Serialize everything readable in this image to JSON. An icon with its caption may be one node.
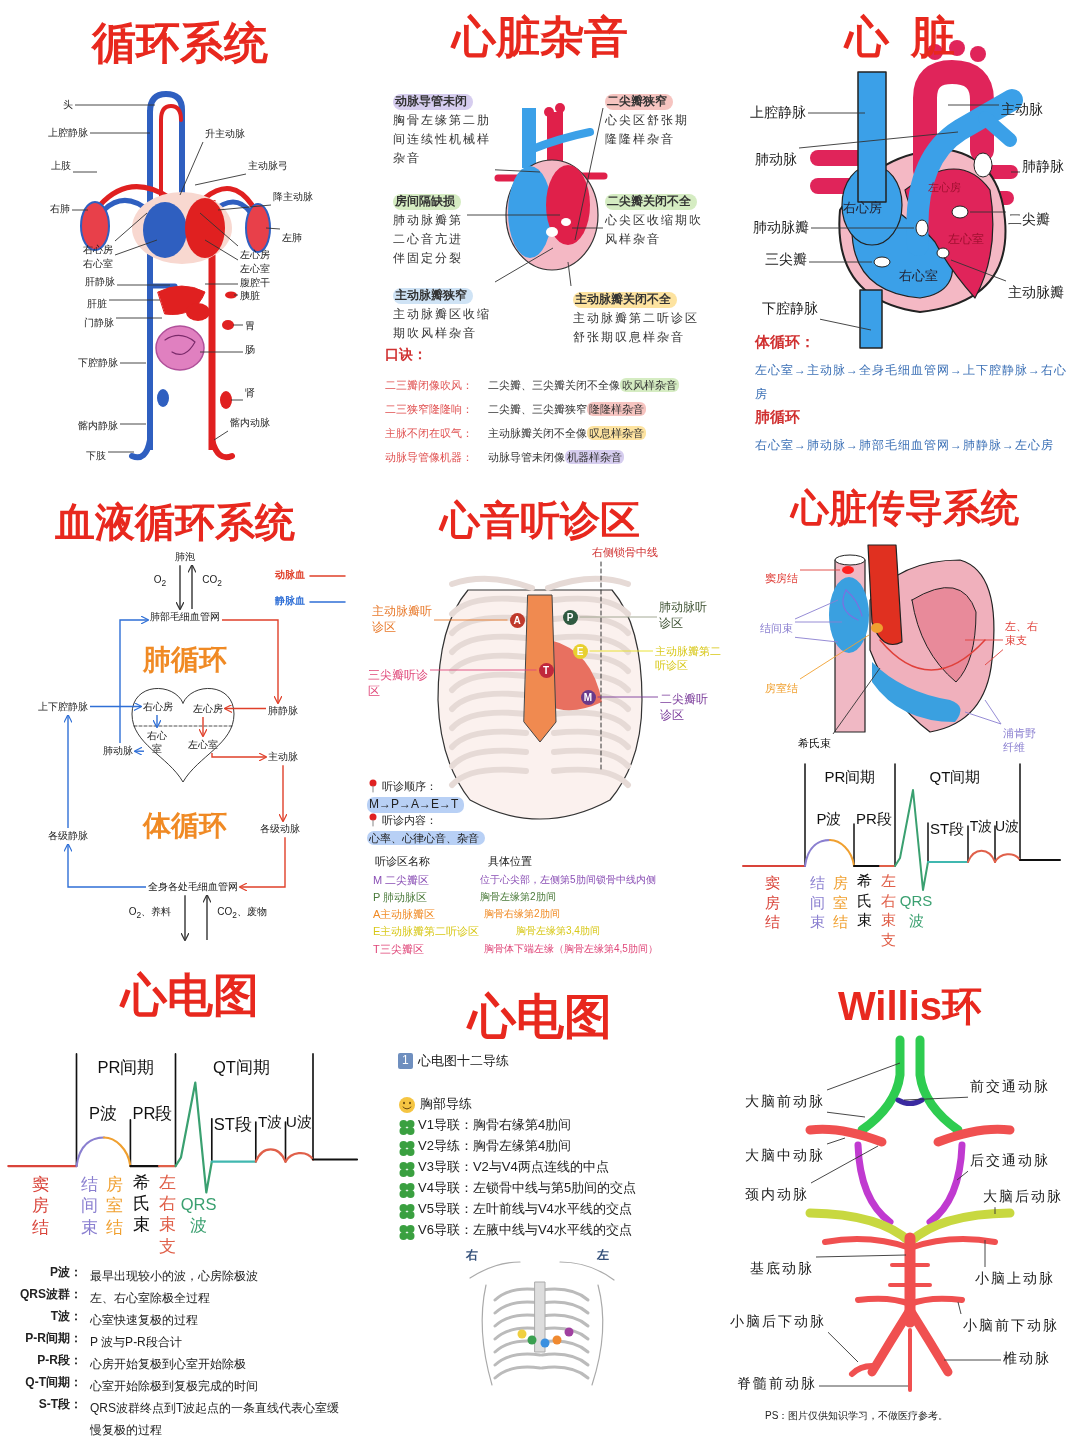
{
  "diagram": {
    "nodes": [
      {
        "text": [
          "头"
        ]
      },
      {
        "text": [
          "上腔静脉"
        ]
      },
      {
        "text": [
          "上肢"
        ]
      },
      {
        "text": [
          "右肺"
        ]
      },
      {
        "text": [
          "右心房"
        ]
      },
      {
        "text": [
          "右心室"
        ]
      },
      {
        "text": [
          "肝静脉"
        ]
      },
      {
        "text": [
          "肝脏"
        ]
      },
      {
        "text": [
          "门静脉"
        ]
      },
      {
        "text": [
          "下腔静脉"
        ]
      },
      {
        "text": [
          "髂内静脉"
        ]
      },
      {
        "text": [
          "下肢"
        ]
      },
      {
        "text": [
          "升主动脉"
        ]
      },
      {
        "text": [
          "主动脉弓"
        ]
      },
      {
        "text": [
          "降主动脉"
        ]
      },
      {
        "text": [
          "左肺"
        ]
      },
      {
        "text": [
          "左心房"
        ]
      },
      {
        "text": [
          "左心室"
        ]
      },
      {
        "text": [
          "腹腔干"
        ]
      },
      {
        "text": [
          "胰脏"
        ]
      },
      {
        "text": [
          "胃"
        ]
      },
      {
        "text": [
          "肠"
        ]
      },
      {
        "text": [
          "肾"
        ]
      },
      {
        "text": [
          "髂内动脉"
        ]
      },
      {
        "text": [
          "动脉导管未闭",
          "胸骨左缘第二肋间连续性机械样杂音"
        ]
      },
      {
        "text": [
          "房间隔缺损",
          "肺动脉瓣第二心音亢进伴固定分裂"
        ]
      },
      {
        "text": [
          "主动脉瓣狭窄",
          "主动脉瓣区收缩期吹风样杂音"
        ]
      },
      {
        "text": [
          "二尖瓣狭窄",
          "心尖区舒张期隆隆样杂音"
        ]
      },
      {
        "text": [
          "二尖瓣关闭不全",
          "心尖区收缩期吹风样杂音"
        ]
      },
      {
        "text": [
          "主动脉瓣关闭不全",
          "主动脉瓣第二听诊区舒张期叹息样杂音"
        ]
      },
      {
        "text": [
          "上腔静脉"
        ]
      },
      {
        "text": [
          "肺动脉"
        ]
      },
      {
        "text": [
          "肺动脉瓣"
        ]
      },
      {
        "text": [
          "三尖瓣"
        ]
      },
      {
        "text": [
          "下腔静脉"
        ]
      },
      {
        "text": [
          "主动脉"
        ]
      },
      {
        "text": [
          "肺静脉"
        ]
      },
      {
        "text": [
          "二尖瓣"
        ]
      },
      {
        "text": [
          "主动脉瓣"
        ]
      },
      {
        "text": [
          "肺泡"
        ]
      },
      {
        "text": [
          "肺部毛细血管网"
        ]
      },
      {
        "text": [
          "上下腔静脉"
        ]
      },
      {
        "text": [
          "右心房"
        ]
      },
      {
        "text": [
          "左心房"
        ]
      },
      {
        "text": [
          "肺静脉"
        ]
      },
      {
        "text": [
          "右心室"
        ]
      },
      {
        "text": [
          "左心室"
        ]
      },
      {
        "text": [
          "肺动脉"
        ]
      },
      {
        "text": [
          "主动脉"
        ]
      },
      {
        "text": [
          "各级静脉"
        ]
      },
      {
        "text": [
          "各级动脉"
        ]
      },
      {
        "text": [
          "全身各处毛细血管网"
        ]
      },
      {
        "text": [
          "主动脉瓣听诊区"
        ]
      },
      {
        "text": [
          "三尖瓣听诊区"
        ]
      },
      {
        "text": [
          "肺动脉听诊区"
        ]
      },
      {
        "text": [
          "主动脉瓣第二听诊区"
        ]
      },
      {
        "text": [
          "二尖瓣听诊区"
        ]
      },
      {
        "text": [
          "P"
        ]
      },
      {
        "text": [
          "A"
        ]
      },
      {
        "text": [
          "E"
        ]
      },
      {
        "text": [
          "T"
        ]
      },
      {
        "text": [
          "M"
        ]
      },
      {
        "text": [
          "窦房结"
        ]
      },
      {
        "text": [
          "结间束"
        ]
      },
      {
        "text": [
          "房室结"
        ]
      },
      {
        "text": [
          "希氏束"
        ]
      },
      {
        "text": [
          "左、右束支"
        ]
      },
      {
        "text": [
          "浦肯野纤维"
        ]
      },
      {
        "text": [
          "大脑前动脉"
        ]
      },
      {
        "text": [
          "前交通动脉"
        ]
      },
      {
        "text": [
          "大脑中动脉"
        ]
      },
      {
        "text": [
          "后交通动脉"
        ]
      },
      {
        "text": [
          "颈内动脉"
        ]
      },
      {
        "text": [
          "大脑后动脉"
        ]
      },
      {
        "text": [
          "基底动脉"
        ]
      },
      {
        "text": [
          "小脑上动脉"
        ]
      },
      {
        "text": [
          "小脑后下动脉"
        ]
      },
      {
        "text": [
          "小脑前下动脉"
        ]
      },
      {
        "text": [
          "椎动脉"
        ]
      },
      {
        "text": [
          "脊髓前动脉"
        ]
      },
      {
        "text": [],
        "shape": "circle"
      },
      {
        "text": [],
        "shape": "circle"
      },
      {
        "text": [],
        "shape": "circle"
      },
      {
        "text": [],
        "shape": "circle"
      },
      {
        "text": [],
        "shape": "circle"
      },
      {
        "text": [],
        "shape": "circle"
      }
    ],
    "edges": [
      {
        "from": 0,
        "to": null,
        "arrow": "none"
      },
      {
        "from": 1,
        "to": null,
        "arrow": "none"
      },
      {
        "from": 2,
        "to": null,
        "arrow": "none"
      },
      {
        "from": 3,
        "to": null,
        "arrow": "none"
      },
      {
        "from": 4,
        "to": null,
        "arrow": "none"
      },
      {
        "from": 5,
        "to": null,
        "arrow": "none"
      },
      {
        "from": 6,
        "to": null,
        "arrow": "none"
      },
      {
        "from": 7,
        "to": null,
        "arrow": "none"
      },
      {
        "from": 8,
        "to": null,
        "arrow": "none"
      },
      {
        "from": 9,
        "to": null,
        "arrow": "none"
      },
      {
        "from": 10,
        "to": null,
        "arrow": "none"
      },
      {
        "from": 11,
        "to": null,
        "arrow": "none"
      },
      {
        "from": 12,
        "to": null,
        "arrow": "none"
      },
      {
        "from": 13,
        "to": null,
        "arrow": "none"
      },
      {
        "from": 14,
        "to": null,
        "arrow": "none"
      },
      {
        "from": 15,
        "to": null,
        "arrow": "none"
      },
      {
        "from": 16,
        "to": null,
        "arrow": "none"
      },
      {
        "from": 17,
        "to": null,
        "arrow": "none"
      },
      {
        "from": 18,
        "to": null,
        "arrow": "none"
      },
      {
        "from": 19,
        "to": null,
        "arrow": "none"
      },
      {
        "from": 20,
        "to": null,
        "arrow": "none"
      },
      {
        "from": 21,
        "to": null,
        "arrow": "none"
      },
      {
        "from": 22,
        "to": null,
        "arrow": "none"
      },
      {
        "from": 23,
        "to": null,
        "arrow": "none"
      },
      {
        "from": 24,
        "to": null,
        "arrow": "none"
      },
      {
        "from": 25,
        "to": null,
        "arrow": "none"
      },
      {
        "from": 26,
        "to": null,
        "arrow": "none"
      },
      {
        "from": 27,
        "to": null,
        "arrow": "none"
      },
      {
        "from": 28,
        "to": null,
        "arrow": "none"
      },
      {
        "from": 29,
        "to": null,
        "arrow": "none"
      },
      {
        "from": 30,
        "to": null,
        "arrow": "none"
      },
      {
        "from": 31,
        "to": null,
        "arrow": "none"
      },
      {
        "from": 32,
        "to": 80,
        "arrow": "none"
      },
      {
        "from": 33,
        "to": 81,
        "arrow": "none"
      },
      {
        "from": 34,
        "to": null,
        "arrow": "none"
      },
      {
        "from": 35,
        "to": null,
        "arrow": "none"
      },
      {
        "from": 36,
        "to": null,
        "arrow": "none"
      },
      {
        "from": 37,
        "to": 82,
        "arrow": "none"
      },
      {
        "from": 38,
        "to": 83,
        "arrow": "none"
      },
      {
        "from": 39,
        "to": 40,
        "arrow": "to",
        "label": "O$_{2}$"
      },
      {
        "from": 40,
        "to": 39,
        "arrow": "to",
        "label": "CO$_{2}$"
      },
      {
        "from": 51,
        "to": null,
        "arrow": "to",
        "label": "O$_{2}$、养料"
      },
      {
        "from": null,
        "to": 51,
        "arrow": "to",
        "label": "CO$_{2}$、废物"
      },
      {
        "from": 47,
        "to": 40,
        "arrow": "to",
        "color": "#2f6fd6"
      },
      {
        "from": 40,
        "to": 44,
        "arrow": "to",
        "color": "#e0402a"
      },
      {
        "from": 44,
        "to": 43,
        "arrow": "to",
        "color": "#e0402a"
      },
      {
        "from": 43,
        "to": 46,
        "arrow": "to",
        "color": "#e0402a"
      },
      {
        "from": 46,
        "to": 48,
        "arrow": "to",
        "color": "#e0402a"
      },
      {
        "from": 48,
        "to": 50,
        "arrow": "to",
        "color": "#e0402a"
      },
      {
        "from": 50,
        "to": 51,
        "arrow": "to",
        "color": "#e0402a"
      },
      {
        "from": 51,
        "to": 49,
        "arrow": "to",
        "color": "#2f6fd6"
      },
      {
        "from": 49,
        "to": 41,
        "arrow": "to",
        "color": "#2f6fd6"
      },
      {
        "from": 41,
        "to": 42,
        "arrow": "to",
        "color": "#2f6fd6"
      },
      {
        "from": 42,
        "to": 45,
        "arrow": "to",
        "color": "#2f6fd6"
      },
      {
        "from": 45,
        "to": 47,
        "arrow": "to",
        "color": "#2f6fd6"
      },
      {
        "from": 52,
        "to": 58,
        "arrow": "none",
        "color": "#e8792a"
      },
      {
        "from": 53,
        "to": 60,
        "arrow": "none",
        "color": "#e0487a"
      },
      {
        "from": 54,
        "to": 57,
        "arrow": "none",
        "color": "#9aa08a"
      },
      {
        "from": 55,
        "to": 59,
        "arrow": "none",
        "color": "#e8e020"
      },
      {
        "from": 56,
        "to": 61,
        "arrow": "none",
        "color": "#7a3a9a"
      },
      {
        "from": 62,
        "to": 84,
        "arrow": "none",
        "color": "#e0403a"
      },
      {
        "from": 63,
        "to": null,
        "arrow": "none",
        "color": "#8a7fd0"
      },
      {
        "from": 63,
        "to": null,
        "arrow": "none",
        "color": "#8a7fd0"
      },
      {
        "from": 63,
        "to": null,
        "arrow": "none",
        "color": "#8a7fd0"
      },
      {
        "from": 64,
        "to": 85,
        "arrow": "none",
        "color": "#f0a030"
      },
      {
        "from": 65,
        "to": null,
        "arrow": "none"
      },
      {
        "from": 66,
        "to": null,
        "arrow": "none",
        "color": "#e0403a"
      },
      {
        "from": 66,
        "to": null,
        "arrow": "none",
        "color": "#e0403a"
      },
      {
        "from": 67,
        "to": null,
        "arrow": "none",
        "color": "#8a7fd0"
      },
      {
        "from": 67,
        "to": null,
        "arrow": "none",
        "color": "#8a7fd0"
      },
      {
        "from": 68,
        "to": null,
        "arrow": "none"
      },
      {
        "from": 68,
        "to": null,
        "arrow": "none"
      },
      {
        "from": 69,
        "to": null,
        "arrow": "none"
      },
      {
        "from": 70,
        "to": null,
        "arrow": "none"
      },
      {
        "from": 71,
        "to": null,
        "arrow": "none"
      },
      {
        "from": 72,
        "to": null,
        "arrow": "none"
      },
      {
        "from": 73,
        "to": null,
        "arrow": "none"
      },
      {
        "from": 74,
        "to": null,
        "arrow": "none"
      },
      {
        "from": 75,
        "to": null,
        "arrow": "none"
      },
      {
        "from": 76,
        "to": null,
        "arrow": "none"
      },
      {
        "from": 77,
        "to": null,
        "arrow": "none"
      },
      {
        "from": 78,
        "to": null,
        "arrow": "none"
      },
      {
        "from": 79,
        "to": null,
        "arrow": "none"
      }
    ],
    "labels": [
      "循环系统",
      "心脏杂音",
      "口诀：",
      "二三瓣闭像吹风：",
      "二尖瓣、三尖瓣关闭不全像",
      "吹风样杂音",
      "二三狭窄隆隆响：",
      "二尖瓣、三尖瓣狭窄",
      "隆隆样杂音",
      "主脉不闭在叹气：",
      "主动脉瓣关闭不全像",
      "叹息样杂音",
      "动脉导管像机器：",
      "动脉导管未闭像",
      "机器样杂音",
      "心脏",
      "右心房",
      "左心房",
      "左心室",
      "右心室",
      "体循环：",
      "左心室→主动脉→全身毛细血管网→上下腔静脉→右心房",
      "肺循环",
      "右心室→肺动脉→肺部毛细血管网→肺静脉→左心房",
      "血液循环系统",
      "肺循环",
      "体循环",
      "心音听诊区",
      "右侧锁骨中线",
      "听诊顺序：",
      "M→P→A→E→T",
      "听诊内容：",
      "心率、心律心音、杂音",
      "听诊区名称",
      "具体位置",
      "M 二尖瓣区",
      "位于心尖部，左侧第5肋间锁骨中线内侧",
      "P 肺动脉区",
      "胸骨左缘第2肋间",
      "A主动脉瓣区",
      "胸骨右缘第2肋间",
      "E主动脉瓣第二听诊区",
      "胸骨左缘第3,4肋间",
      "T三尖瓣区",
      "胸骨体下端左缘（胸骨左缘第4,5肋间）",
      "心脏传导系统",
      "PR间期",
      "QT间期",
      "P波",
      "PR段",
      "ST段",
      "T波",
      "U波",
      "窦房结",
      "结间束",
      "房室结",
      "希氏束",
      "左右束支",
      "QRS波",
      "心电图",
      "PR间期",
      "QT间期",
      "P波",
      "PR段",
      "ST段",
      "T波",
      "U波",
      "窦房结",
      "结间束",
      "房室结",
      "希氏束",
      "左右束支",
      "QRS波",
      "P波：",
      "最早出现较小的波，心房除极波",
      "QRS波群：",
      "左、右心室除极全过程",
      "T波：",
      "心室快速复极的过程",
      "P-R间期：",
      "P 波与P-R段合计",
      "P-R段：",
      "心房开始复极到心室开始除极",
      "Q-T间期：",
      "心室开始除极到复极完成的时间",
      "S-T段：",
      "QRS波群终点到T波起点的一条直线代表心室缓慢复极的过程",
      "心电图",
      "1",
      "心电图十二导练",
      "胸部导练",
      "V1导联：胸骨右缘第4肋间",
      "V2导练：胸骨左缘第4肋间",
      "V3导联：V2与V4两点连线的中点",
      "V4导联：左锁骨中线与第5肋间的交点",
      "V5导联：左叶前线与V4水平线的交点",
      "V6导联：左腋中线与V4水平线的交点",
      "右",
      "左",
      "Willis环",
      "PS：图片仅供知识学习，不做医疗参考。"
    ],
    "legend": [
      {
        "text": "动脉血"
      },
      {
        "text": "静脉血"
      }
    ]
  }
}
